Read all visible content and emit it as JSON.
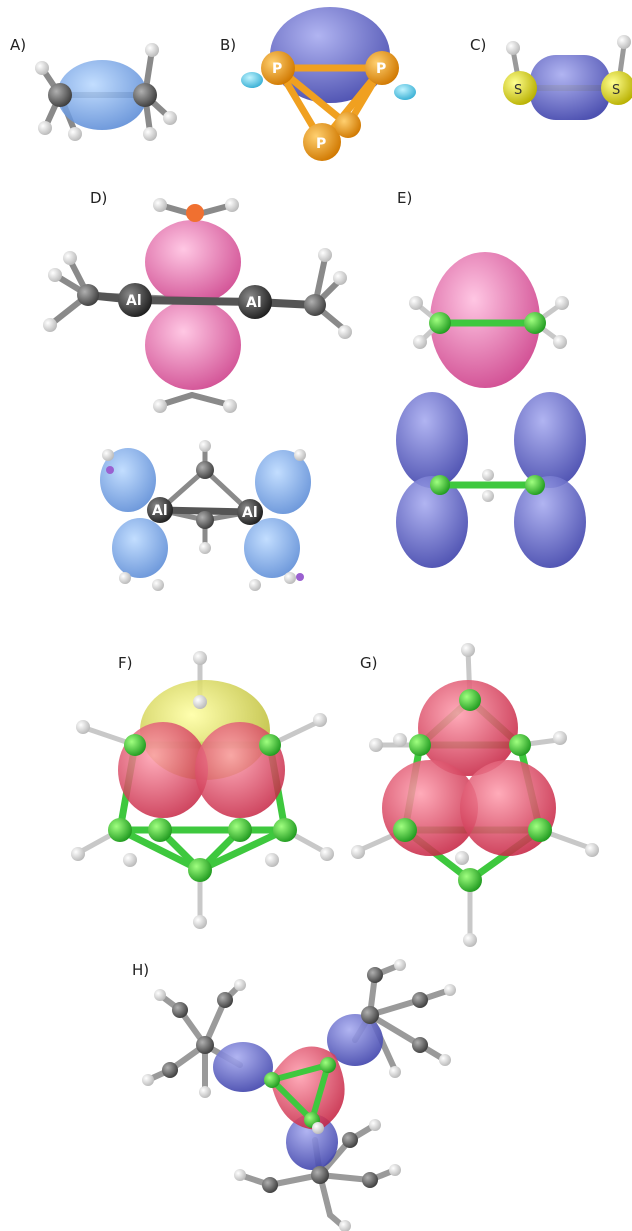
{
  "panels": {
    "A": {
      "label": "A)"
    },
    "B": {
      "label": "B)",
      "atoms": [
        "P",
        "P",
        "P"
      ]
    },
    "C": {
      "label": "C)",
      "atoms": [
        "S",
        "S"
      ]
    },
    "D": {
      "label": "D)",
      "atoms": [
        "Al",
        "Al",
        "Al",
        "Al"
      ]
    },
    "E": {
      "label": "E)"
    },
    "F": {
      "label": "F)"
    },
    "G": {
      "label": "G)"
    },
    "H": {
      "label": "H)"
    }
  },
  "colors": {
    "blue_lobe": "#5a8fd8",
    "indigo_lobe": "#5a5fc0",
    "pink_lobe": "#e0559a",
    "red_lobe": "#e23a5a",
    "yellow_lobe": "#d8d84a",
    "cyan_lobe": "#4cc8e8",
    "phosphorus": "#f0a020",
    "sulfur": "#e0d820",
    "boron": "#3ec83e",
    "carbon": "#707070",
    "aluminium": "#444444",
    "hydrogen": "#f2f2f2",
    "bond": "#9a9a9a"
  }
}
